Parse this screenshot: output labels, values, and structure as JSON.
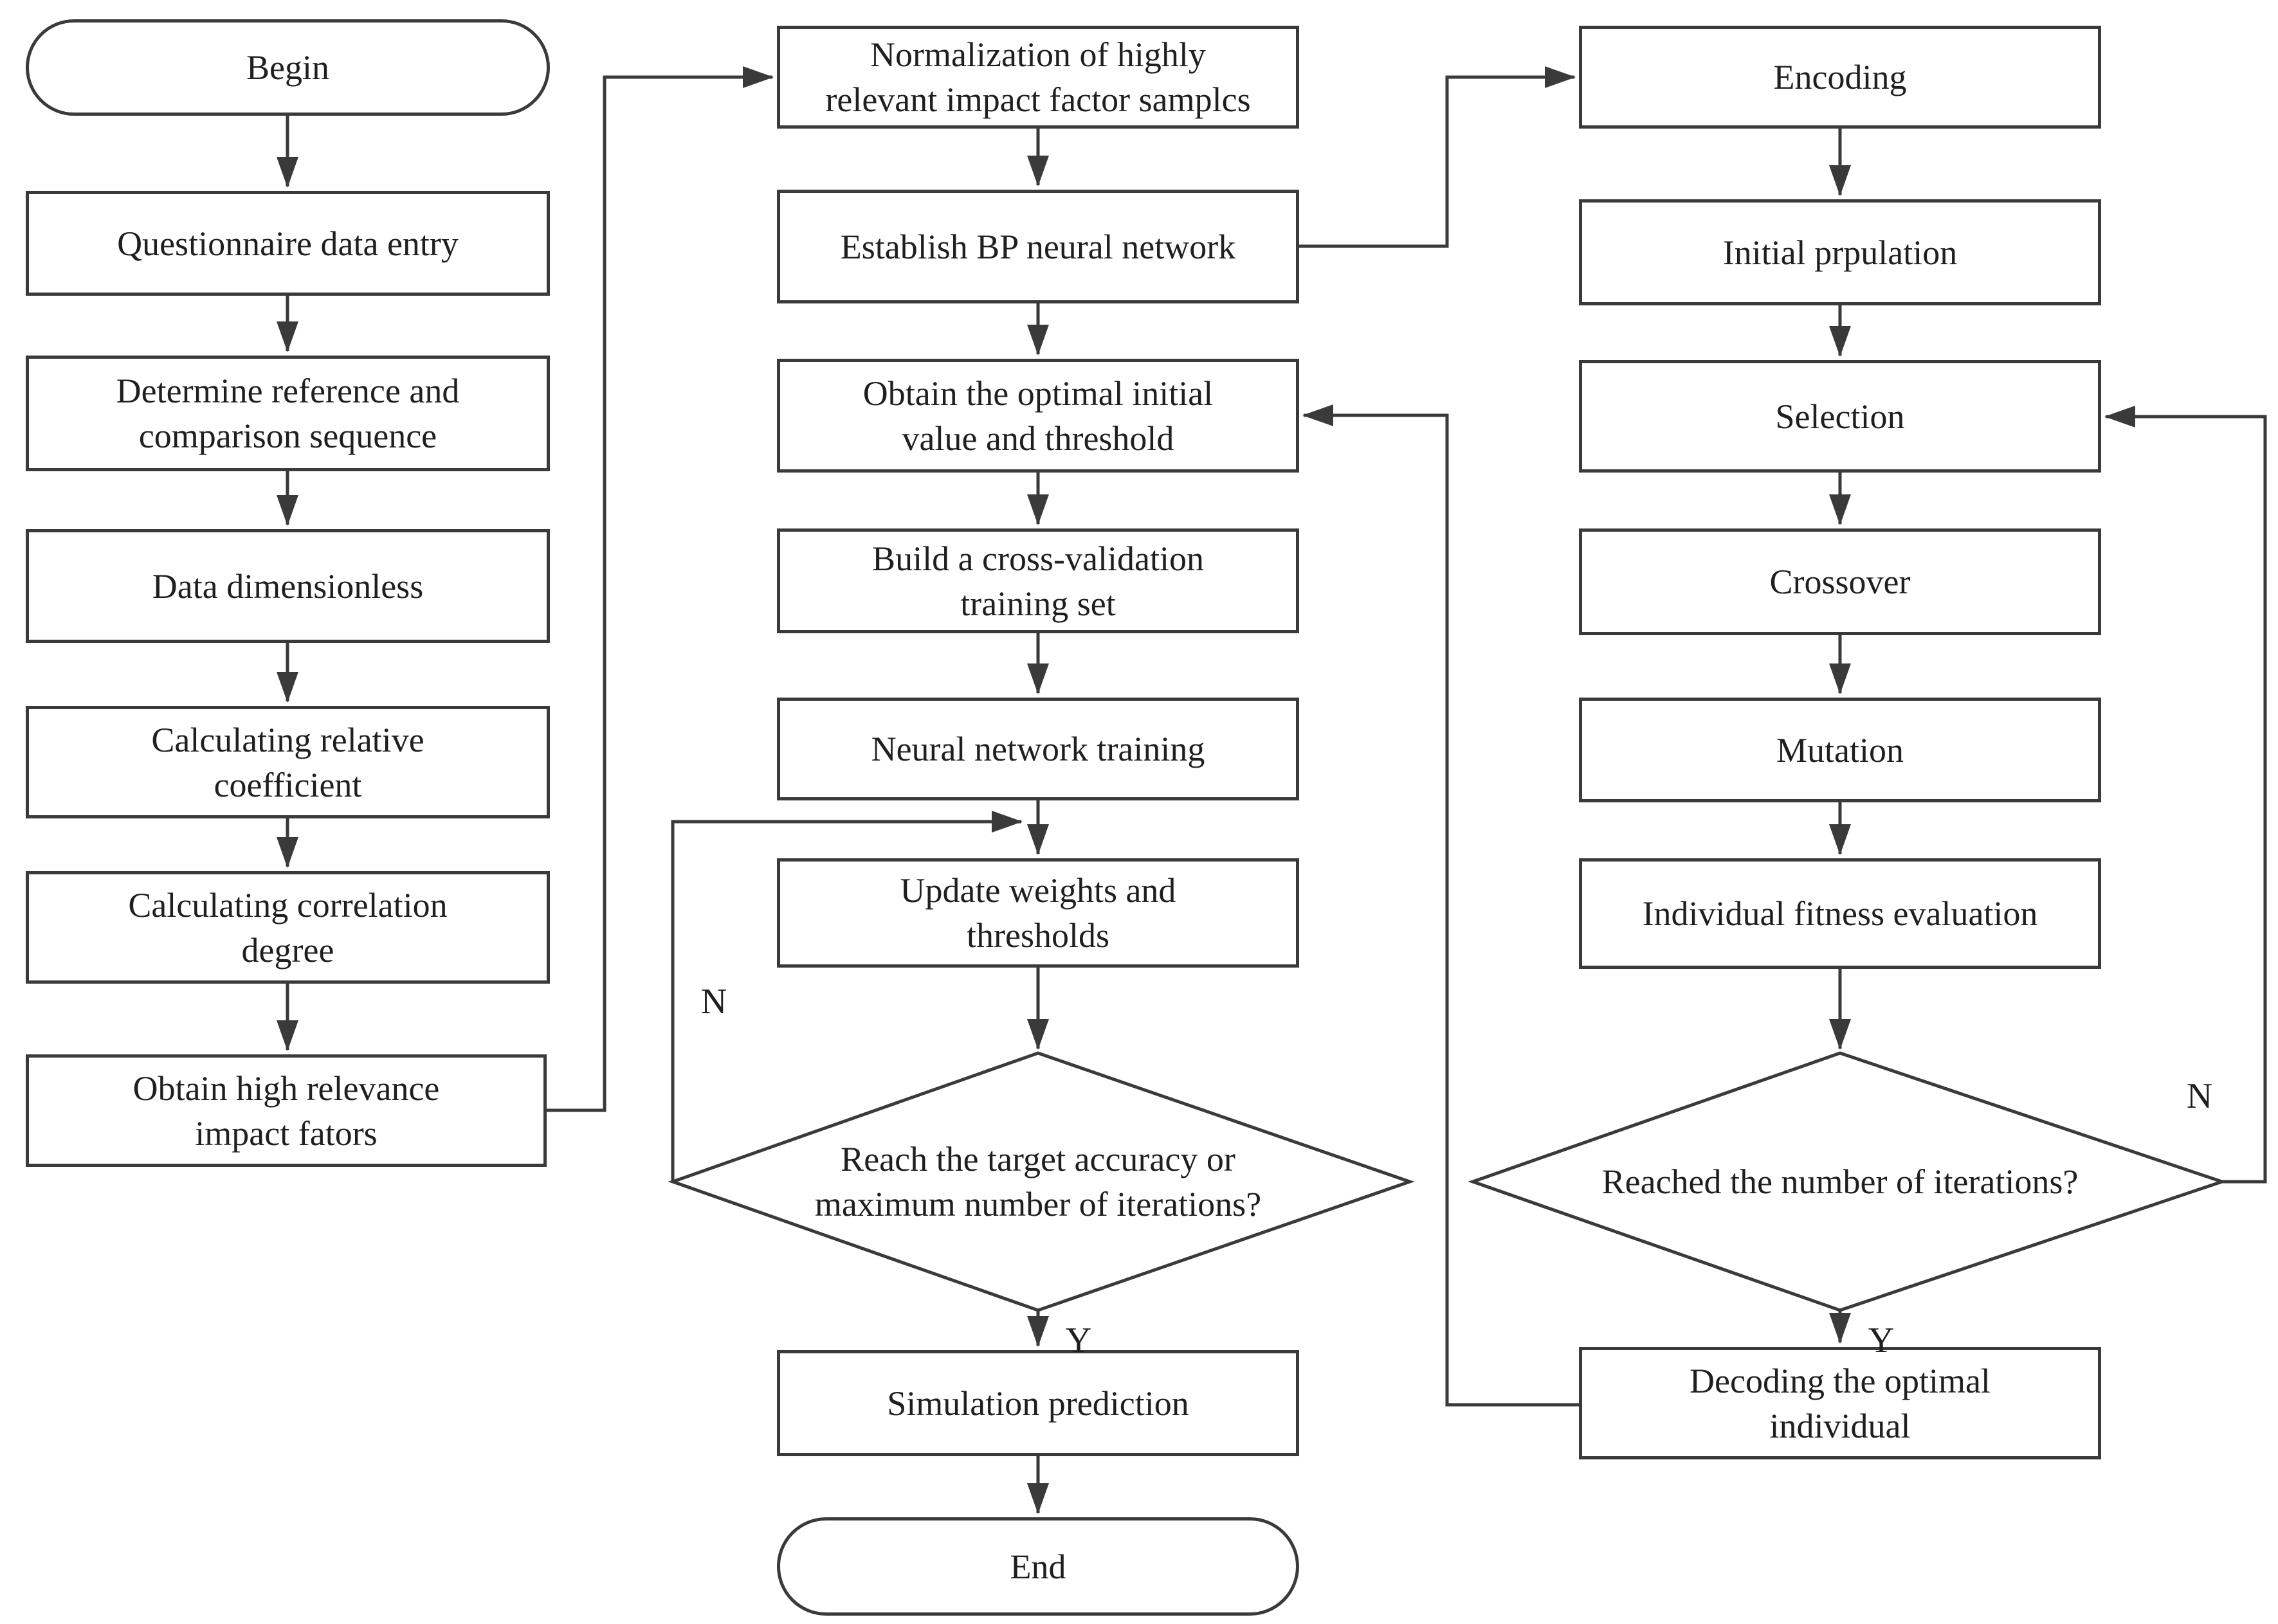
{
  "nodes": {
    "begin": {
      "type": "terminator",
      "lines": [
        "Begin"
      ]
    },
    "questionnaire": {
      "type": "process",
      "lines": [
        "Questionnaire data entry"
      ]
    },
    "determine": {
      "type": "process",
      "lines": [
        "Determine reference and",
        "comparison sequence"
      ]
    },
    "dimensionless": {
      "type": "process",
      "lines": [
        "Data dimensionless"
      ]
    },
    "relative": {
      "type": "process",
      "lines": [
        "Calculating relative",
        "coefficient"
      ]
    },
    "correlation": {
      "type": "process",
      "lines": [
        "Calculating correlation",
        "degree"
      ]
    },
    "obtain_factors": {
      "type": "process",
      "lines": [
        "Obtain high relevance",
        "impact fators"
      ]
    },
    "normalization": {
      "type": "process",
      "lines": [
        "Normalization of highly",
        "relevant impact factor samplcs"
      ]
    },
    "establish": {
      "type": "process",
      "lines": [
        "Establish BP neural network"
      ]
    },
    "obtain_optimal": {
      "type": "process",
      "lines": [
        "Obtain the optimal initial",
        "value and threshold"
      ]
    },
    "build_cv": {
      "type": "process",
      "lines": [
        "Build a cross-validation",
        "training set"
      ]
    },
    "nn_training": {
      "type": "process",
      "lines": [
        "Neural network training"
      ]
    },
    "update_weights": {
      "type": "process",
      "lines": [
        "Update weights and",
        "thresholds"
      ]
    },
    "reach_target": {
      "type": "decision",
      "lines": [
        "Reach the target accuracy or",
        "maximum number of iterations?"
      ]
    },
    "simulation": {
      "type": "process",
      "lines": [
        "Simulation prediction"
      ]
    },
    "end": {
      "type": "terminator",
      "lines": [
        "End"
      ]
    },
    "encoding": {
      "type": "process",
      "lines": [
        "Encoding"
      ]
    },
    "initial_population": {
      "type": "process",
      "lines": [
        "Initial prpulation"
      ]
    },
    "selection": {
      "type": "process",
      "lines": [
        "Selection"
      ]
    },
    "crossover": {
      "type": "process",
      "lines": [
        "Crossover"
      ]
    },
    "mutation": {
      "type": "process",
      "lines": [
        "Mutation"
      ]
    },
    "fitness": {
      "type": "process",
      "lines": [
        "Individual fitness evaluation"
      ]
    },
    "reached_iterations": {
      "type": "decision",
      "lines": [
        "Reached the number of iterations?"
      ]
    },
    "decoding": {
      "type": "process",
      "lines": [
        "Decoding the optimal",
        "individual"
      ]
    }
  },
  "labels": {
    "yes": "Y",
    "no": "N"
  },
  "colors": {
    "background": "#ffffff",
    "line": "#3a3a3a",
    "text": "#1f1f1f"
  }
}
